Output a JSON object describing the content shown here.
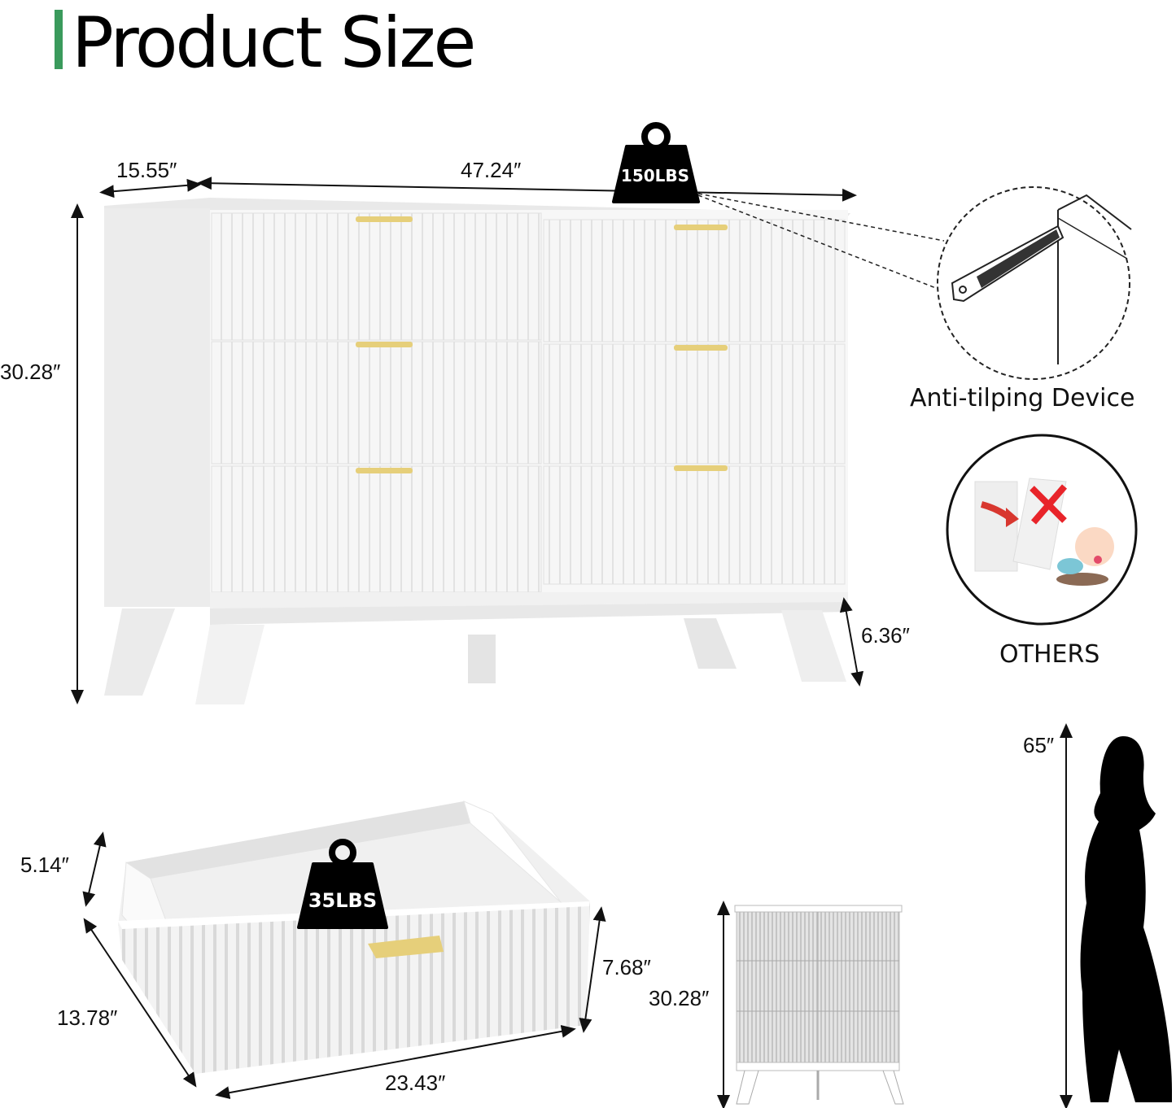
{
  "title": "Product Size",
  "colors": {
    "accent_bar": "#3a9a5c",
    "dresser": "#f4f4f4",
    "handle": "#e6cf7a",
    "weight_tag": "#000000",
    "cross": "#e8242a"
  },
  "dresser": {
    "depth": "15.55″",
    "width": "47.24″",
    "height": "30.28″",
    "leg_height": "6.36″",
    "max_load": "150LBS"
  },
  "anti_tip": {
    "label": "Anti-tilping Device"
  },
  "others": {
    "label": "OTHERS"
  },
  "drawer": {
    "inner_height": "5.14″",
    "depth": "13.78″",
    "width": "23.43″",
    "front_height": "7.68″",
    "max_load": "35LBS"
  },
  "scale_compare": {
    "person_height": "65″",
    "dresser_height": "30.28″"
  }
}
